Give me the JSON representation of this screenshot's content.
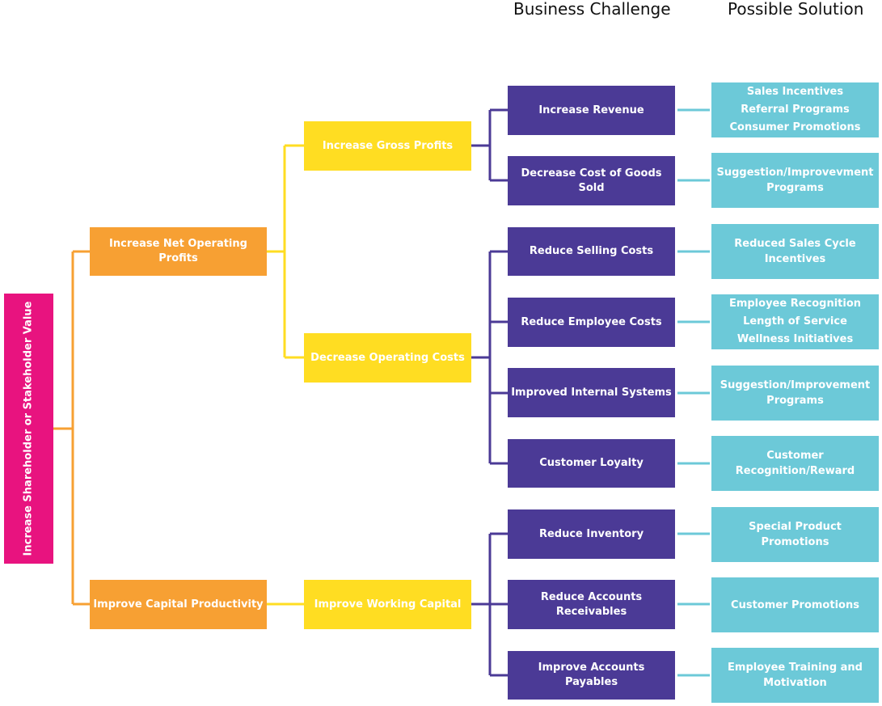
{
  "headers": {
    "business_challenge": "Business Challenge",
    "possible_solution": "Possible Solution"
  },
  "colors": {
    "root": "#E8137F",
    "level1": "#F7A033",
    "level2": "#FFDD22",
    "challenge": "#4B3A96",
    "solution": "#6CC9D8"
  },
  "root": {
    "label": "Increase Shareholder or Stakeholder Value"
  },
  "level1": [
    {
      "label": "Increase Net Operating Profits"
    },
    {
      "label": "Improve Capital Productivity"
    }
  ],
  "level2": [
    {
      "label": "Increase Gross Profits"
    },
    {
      "label": "Decrease Operating Costs"
    },
    {
      "label": "Improve Working Capital"
    }
  ],
  "challenges": [
    {
      "label": "Increase Revenue"
    },
    {
      "label": "Decrease Cost of Goods Sold"
    },
    {
      "label": "Reduce Selling Costs"
    },
    {
      "label": "Reduce Employee Costs"
    },
    {
      "label": "Improved Internal Systems"
    },
    {
      "label": "Customer Loyalty"
    },
    {
      "label": "Reduce Inventory"
    },
    {
      "label": "Reduce Accounts Receivables"
    },
    {
      "label": "Improve Accounts Payables"
    }
  ],
  "solutions": [
    {
      "lines": [
        "Sales Incentives",
        "Referral Programs",
        "Consumer Promotions"
      ]
    },
    {
      "lines": [
        "Suggestion/Improvevment",
        "Programs"
      ]
    },
    {
      "lines": [
        "Reduced Sales Cycle",
        "Incentives"
      ]
    },
    {
      "lines": [
        "Employee Recognition",
        "Length of Service",
        "Wellness Initiatives"
      ]
    },
    {
      "lines": [
        "Suggestion/Improvement",
        "Programs"
      ]
    },
    {
      "lines": [
        "Customer",
        "Recognition/Reward"
      ]
    },
    {
      "lines": [
        "Special Product Promotions"
      ]
    },
    {
      "lines": [
        "Customer Promotions"
      ]
    },
    {
      "lines": [
        "Employee Training and",
        "Motivation"
      ]
    }
  ]
}
